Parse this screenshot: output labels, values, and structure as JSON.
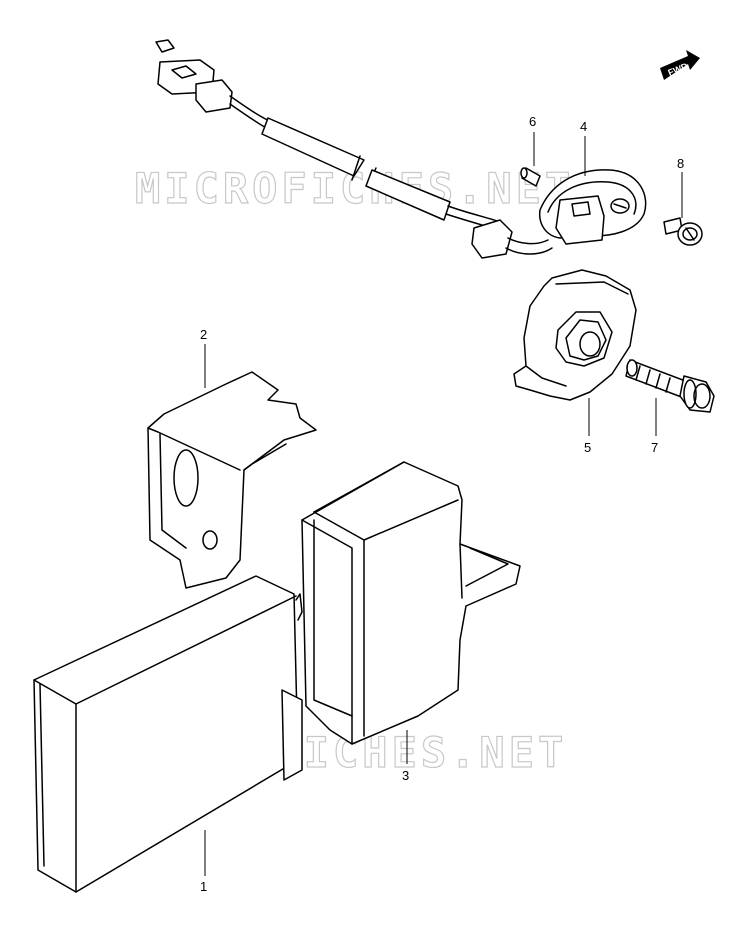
{
  "watermark": {
    "text": "MICROFICHES.NET"
  },
  "fwd_badge": {
    "label": "FWD"
  },
  "callouts": [
    {
      "id": "1",
      "label": "1"
    },
    {
      "id": "2",
      "label": "2"
    },
    {
      "id": "3",
      "label": "3"
    },
    {
      "id": "4",
      "label": "4"
    },
    {
      "id": "5",
      "label": "5"
    },
    {
      "id": "6",
      "label": "6"
    },
    {
      "id": "7",
      "label": "7"
    },
    {
      "id": "8",
      "label": "8"
    }
  ]
}
